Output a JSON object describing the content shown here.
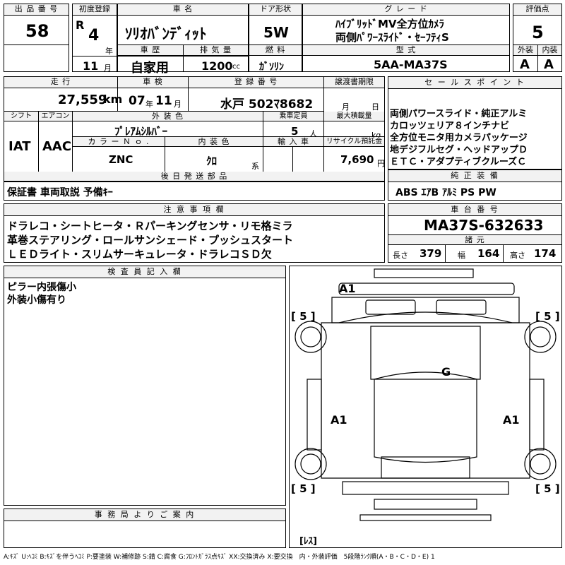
{
  "header": {
    "lot_label": "出 品 番 号",
    "lot": "58",
    "first_reg_label": "初度登録",
    "era": "R",
    "year": "4",
    "year_unit": "年",
    "month": "11",
    "month_unit": "月",
    "name_label": "車 名",
    "name": "ｿﾘｵﾊﾞﾝﾃﾞｨｯﾄ",
    "door_label": "ドア形状",
    "door": "5W",
    "grade_label": "グ レ ー ド",
    "grade_line1": "ﾊｲﾌﾞﾘｯﾄﾞMV全方位ｶﾒﾗ",
    "grade_line2": "両側ﾊﾟﾜｰｽﾗｲﾄﾞ・ｾｰﾌﾃｨS",
    "score_label": "評価点",
    "score": "5",
    "history_label": "車 歴",
    "history": "自家用",
    "displacement_label": "排 気 量",
    "displacement": "1200",
    "displacement_unit": "cc",
    "fuel_label": "燃 料",
    "fuel": "ｶﾞｿﾘﾝ",
    "model_label": "型 式",
    "model": "5AA-MA37S",
    "ext_label": "外装",
    "ext": "A",
    "int_label": "内装",
    "int": "A"
  },
  "row2": {
    "mileage_label": "走 行",
    "mileage": "27,559",
    "mileage_unit": "km",
    "inspection_label": "車 検",
    "insp_year": "07",
    "insp_year_unit": "年",
    "insp_month": "11",
    "insp_month_unit": "月",
    "plate_label": "登 録 番 号",
    "plate": "水戸 502ﾏ8682",
    "transfer_label": "譲渡書期限",
    "transfer_month": "月",
    "transfer_day": "日",
    "shift_label": "シフト",
    "shift": "IAT",
    "ac_label": "エアコン",
    "ac": "AAC",
    "color_label": "外 装 色",
    "color": "ﾌﾟﾚｱﾑｼﾙﾊﾞｰ",
    "capacity_label": "乗車定員",
    "capacity": "5",
    "capacity_unit": "人",
    "load_label": "最大積載量",
    "load_unit": "kg",
    "color_no_label": "カ ラ ー Ｎ ｏ .",
    "color_no": "ZNC",
    "interior_label": "内 装 色",
    "interior": "ｸﾛ",
    "interior_unit": "系",
    "import_label": "輸 入 車",
    "recycle_label": "リサイクル預託金",
    "recycle": "7,690",
    "recycle_unit": "円"
  },
  "sales": {
    "label": "セ ー ル ス ポ イ ン ト",
    "lines": [
      "両側パワースライド・純正アルミ",
      "カロッツェリア８インチナビ",
      "全方位モニタ用カメラパッケージ",
      "地デジフルセグ・ヘッドアップＤ",
      "ＥＴＣ・アダプティブクルーズＣ"
    ]
  },
  "later": {
    "label": "後 日 発 送 部 品",
    "value": "保証書 車両取説 予備ｷｰ"
  },
  "equip": {
    "label": "純 正 装 備",
    "value": "ABS ｴｱB ｱﾙﾐ PS PW"
  },
  "caution": {
    "label": "注 意 事 項 欄",
    "lines": [
      "ドラレコ・シートヒータ・Ｒパーキングセンサ・リモ格ミラ",
      "革巻ステアリング・ロールサンシェード・プッシュスタート",
      "ＬＥＤライト・スリムサーキュレータ・ドラレコＳＤ欠"
    ]
  },
  "chassis": {
    "label": "車 台 番 号",
    "value": "MA37S-632633",
    "dims_label": "諸 元",
    "len_label": "長さ",
    "len": "379",
    "wid_label": "幅",
    "wid": "164",
    "hgt_label": "高さ",
    "hgt": "174"
  },
  "inspector": {
    "label": "検 査 員 記 入 欄",
    "lines": [
      "ピラー内張傷小",
      "外装小傷有り"
    ]
  },
  "office": {
    "label": "事 務 局 よ り ご 案 内"
  },
  "diagram": {
    "marks": {
      "roof": "A1",
      "center": "G",
      "left": "A1",
      "right": "A1"
    },
    "tires": [
      "[ 5 ]",
      "[ 5 ]",
      "[ 5 ]",
      "[ 5 ]"
    ],
    "spare": "[ﾚｽ]"
  },
  "legend": "A:ｷｽﾞ U:ﾍｺﾐ B:ｷｽﾞを伴うﾍｺﾐ P:要塗装 W:補修跡 S:錆 C:腐食 G:ﾌﾛﾝﾄｶﾞﾗｽ点ｷｽﾞ XX:交換済み X:要交換　内・外装評価　5段階ﾗﾝｸ順(A・B・C・D・E) 1"
}
